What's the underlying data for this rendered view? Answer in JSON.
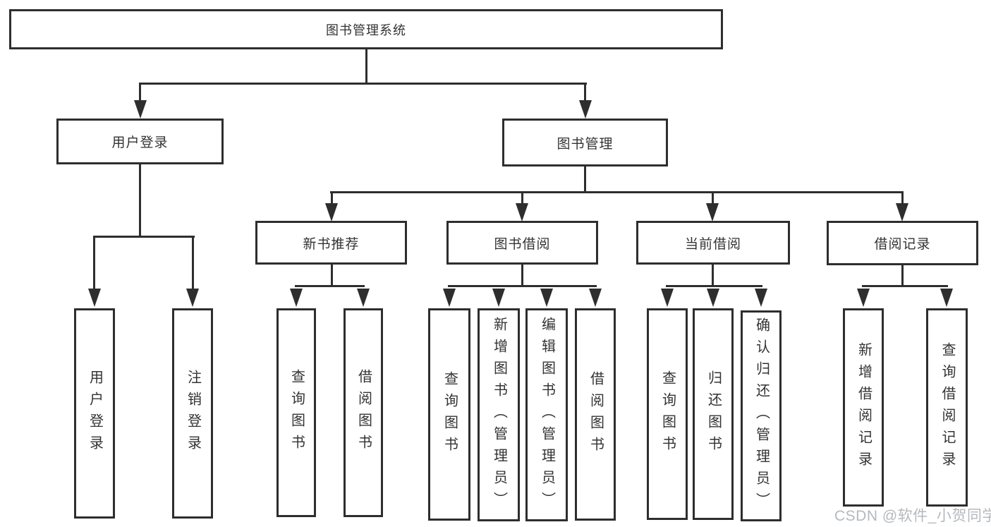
{
  "nodes": {
    "root": "图书管理系统",
    "user_login": "用户登录",
    "book_mgmt": "图书管理",
    "new_books": "新书推荐",
    "book_borrow": "图书借阅",
    "current_borrow": "当前借阅",
    "borrow_records": "借阅记录"
  },
  "leaves": {
    "login": [
      "用户登录",
      "注销登录"
    ],
    "new_books": [
      "查询图书",
      "借阅图书"
    ],
    "book_borrow": [
      "查询图书",
      "新增图书（管理员）",
      "编辑图书（管理员）",
      "借阅图书"
    ],
    "current_borrow": [
      "查询图书",
      "归还图书",
      "确认归还（管理员）"
    ],
    "borrow_records": [
      "新增借阅记录",
      "查询借阅记录"
    ]
  },
  "watermark": "CSDN @软件_小贺同学",
  "colors": {
    "line": "#2e2e2e",
    "text": "#333333",
    "watermark": "#b5b9bd",
    "background": "#ffffff"
  }
}
